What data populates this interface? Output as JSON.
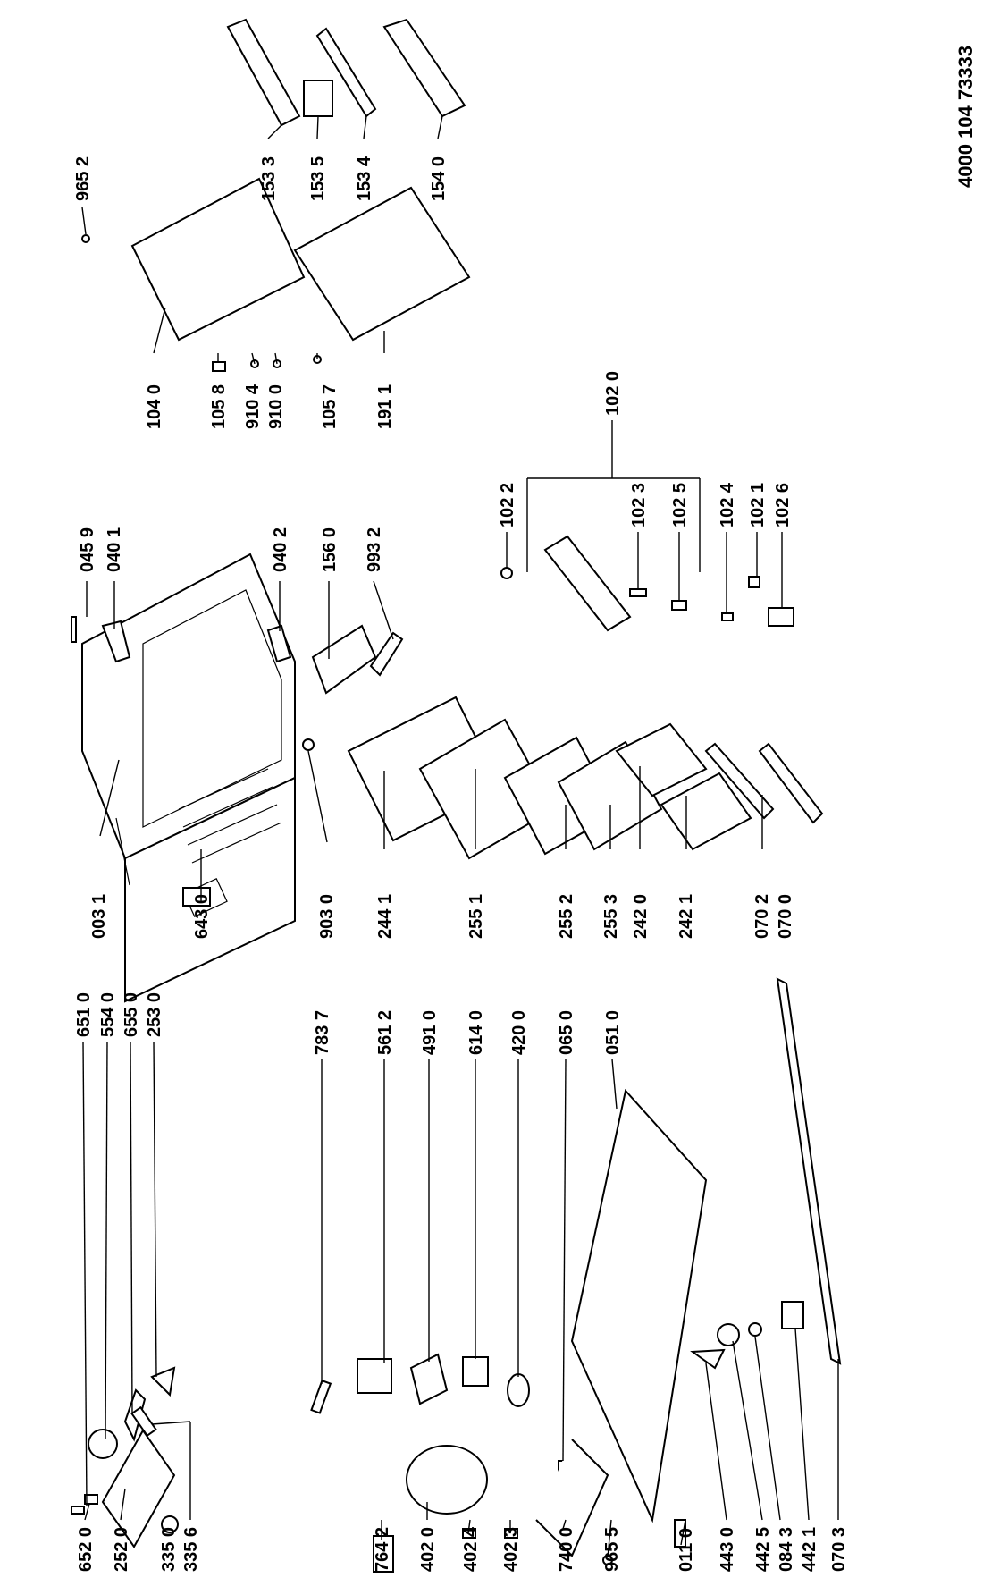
{
  "document_number": "4000 104 73333",
  "callouts": {
    "c0031": "003 1",
    "c6430": "643 0",
    "c9030": "903 0",
    "c2441": "244 1",
    "c2551": "255 1",
    "c2552": "255 2",
    "c2553": "255 3",
    "c2420": "242 0",
    "c2421": "242 1",
    "c0702": "070 2",
    "c0700": "070 0",
    "c0459": "045 9",
    "c0401": "040 1",
    "c0402": "040 2",
    "c1560": "156 0",
    "c9932": "993 2",
    "c1040": "104 0",
    "c1058": "105 8",
    "c9104": "910 4",
    "c9100": "910 0",
    "c1057": "105 7",
    "c1911": "191 1",
    "c9652": "965 2",
    "c1533": "153 3",
    "c1535": "153 5",
    "c1534": "153 4",
    "c1540": "154 0",
    "c1020": "102 0",
    "c1022": "102 2",
    "c1023": "102 3",
    "c1025": "102 5",
    "c1024": "102 4",
    "c1021": "102 1",
    "c1026": "102 6",
    "c6510": "651 0",
    "c5540": "554 0",
    "c6550": "655 0",
    "c2530": "253 0",
    "c6520": "652 0",
    "c2520": "252 0",
    "c3350": "335 0",
    "c3356": "335 6",
    "c7837": "783 7",
    "c5612": "561 2",
    "c4910": "491 0",
    "c6140": "614 0",
    "c4200": "420 0",
    "c0650": "065 0",
    "c0510": "051 0",
    "c7642": "764 2",
    "c4020": "402 0",
    "c4024": "402 4",
    "c4023": "402 3",
    "c7400": "740 0",
    "c9655": "965 5",
    "c0110": "011 0",
    "c4430": "443 0",
    "c4425": "442 5",
    "c0843": "084 3",
    "c4421": "442 1",
    "c0703": "070 3"
  }
}
